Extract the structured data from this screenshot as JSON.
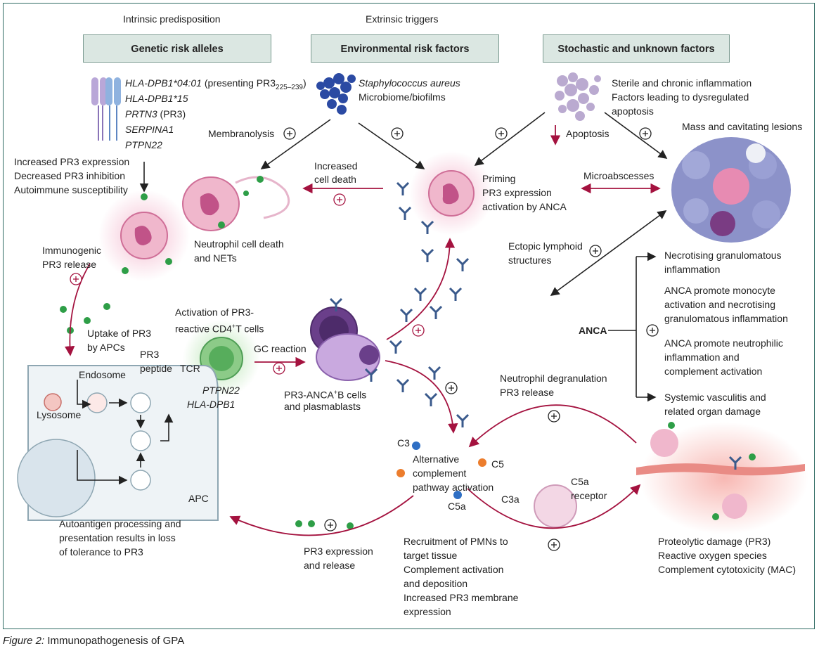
{
  "columns": {
    "intrinsic": "Intrinsic predisposition",
    "extrinsic": "Extrinsic triggers"
  },
  "headers": {
    "genetic": "Genetic risk alleles",
    "environmental": "Environmental risk factors",
    "stochastic": "Stochastic and unknown factors"
  },
  "alleles": {
    "a1": "HLA-DPB1*04:01",
    "a1_note": " (presenting PR3",
    "a1_sub": "225–239",
    "a1_close": ")",
    "a2": "HLA-DPB1*15",
    "a3": "PRTN3",
    "a3_note": " (PR3)",
    "a4": "SERPINA1",
    "a5": "PTPN22"
  },
  "env": {
    "line1": "Staphylococcus aureus",
    "line2": "Microbiome/biofilms"
  },
  "stoch": {
    "line1": "Sterile and chronic inflammation",
    "line2": "Factors leading to dysregulated",
    "line3": "apoptosis"
  },
  "labels": {
    "apoptosis": "Apoptosis",
    "mass": "Mass and cavitating lesions",
    "membranolysis": "Membranolysis",
    "increased_cd1": "Increased",
    "increased_cd2": "cell death",
    "priming1": "Priming",
    "priming2": "PR3 expression",
    "priming3": "activation by ANCA",
    "microabscesses": "Microabscesses",
    "pr3expr1": "Increased PR3 expression",
    "pr3expr2": "Decreased PR3 inhibition",
    "pr3expr3": "Autoimmune susceptibility",
    "netdeath1": "Neutrophil cell death",
    "netdeath2": "and NETs",
    "immuno1": "Immunogenic",
    "immuno2": "PR3 release",
    "ectopic1": "Ectopic lymphoid",
    "ectopic2": "structures",
    "uptake1": "Uptake of PR3",
    "uptake2": "by APCs",
    "activation1": "Activation of PR3-",
    "activation2a": "reactive CD4",
    "activation2sup": "+",
    "activation2b": "T cells",
    "gc": "GC reaction",
    "pr3pep1": "PR3",
    "pr3pep2": "peptide",
    "tcr": "TCR",
    "endosome": "Endosome",
    "lysosome": "Lysosome",
    "ptpn22": "PTPN22",
    "hladpb1": "HLA-DPB1",
    "bcells1a": "PR3-ANCA",
    "bcells1sup": "+",
    "bcells1b": "B cells",
    "bcells2": "and plasmablasts",
    "apc": "APC",
    "anca": "ANCA",
    "nec1": "Necrotising granulomatous",
    "nec2": "inflammation",
    "mono1": "ANCA promote monocyte",
    "mono2": "activation and necrotising",
    "mono3": "granulomatous inflammation",
    "neu1": "ANCA promote neutrophilic",
    "neu2": "inflammation and",
    "neu3": "complement activation",
    "sys1": "Systemic vasculitis and",
    "sys2": "related organ damage",
    "degran1": "Neutrophil degranulation",
    "degran2": "PR3 release",
    "c3": "C3",
    "c5": "C5",
    "alt1": "Alternative",
    "alt2": "complement",
    "alt3": "pathway activation",
    "c5a": "C5a",
    "c3a": "C3a",
    "c5ar1": "C5a",
    "c5ar2": "receptor",
    "autoag1": "Autoantigen processing and",
    "autoag2": "presentation results in loss",
    "autoag3": "of tolerance to PR3",
    "pr3rel1": "PR3 expression",
    "pr3rel2": "and release",
    "recruit1": "Recruitment of PMNs to",
    "recruit2": "target tissue",
    "recruit3": "Complement activation",
    "recruit4": "and deposition",
    "recruit5": "Increased PR3 membrane",
    "recruit6": "expression",
    "prot1": "Proteolytic damage (PR3)",
    "prot2": "Reactive oxygen species",
    "prot3": "Complement cytotoxicity (MAC)"
  },
  "caption": {
    "label": "Figure 2:",
    "text": " Immunopathogenesis of GPA"
  },
  "colors": {
    "frame": "#2f6b63",
    "header_bg": "#dbe7e2",
    "arrow_red": "#a4123f",
    "arrow_black": "#222222",
    "pr3_green": "#2e9e47",
    "antibody": "#3a5a8c"
  }
}
